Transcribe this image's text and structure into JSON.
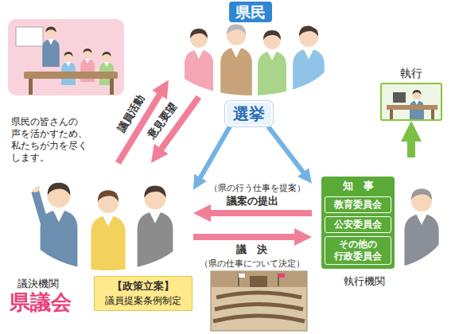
{
  "diagram": {
    "nodes": [
      {
        "text": [
          "県民"
        ]
      },
      {
        "text": [
          "県民の皆さんの 声を活かすため、 私たちが力を尽く します。"
        ]
      },
      {
        "text": [
          "選挙"
        ]
      },
      {
        "text": [
          "執行"
        ]
      },
      {
        "text": [
          "議決機関",
          "県議会"
        ]
      },
      {
        "text": [
          "【政策立案】",
          "議員提案条例制定"
        ]
      },
      {
        "text": [
          "執行機関"
        ]
      },
      {
        "text": [
          "知　事"
        ],
        "in": 6
      },
      {
        "text": [
          "教育委員会"
        ],
        "in": 7
      },
      {
        "text": [
          "公安委員会"
        ],
        "in": 7
      },
      {
        "text": [
          "その他の 行政委員会"
        ],
        "in": 7
      }
    ],
    "edges": [
      {
        "from": 4,
        "to": 0,
        "label": "議員活動",
        "arrow": "to"
      },
      {
        "from": 0,
        "to": 4,
        "label": "意見要望",
        "arrow": "to"
      },
      {
        "from": 2,
        "to": 4,
        "arrow": "to"
      },
      {
        "from": 2,
        "to": 6,
        "arrow": "to"
      },
      {
        "from": 6,
        "to": 4,
        "label": "議案の提出",
        "arrow": "to"
      },
      {
        "from": 4,
        "to": 6,
        "label": "議　決",
        "arrow": "to"
      },
      {
        "from": 6,
        "to": 3,
        "arrow": "to"
      }
    ],
    "labels": [
      "（県の行う仕事を提案）",
      "（県の仕事について決定）"
    ]
  }
}
